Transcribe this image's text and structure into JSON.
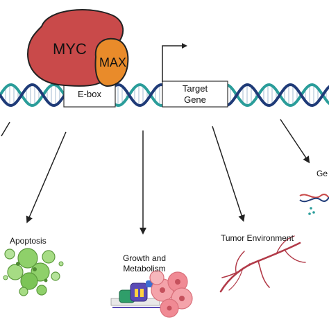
{
  "proteins": {
    "myc": "MYC",
    "max": "MAX"
  },
  "dna": {
    "ebox": "E-box",
    "target_line1": "Target",
    "target_line2": "Gene"
  },
  "outcomes": {
    "apoptosis": "Apoptosis",
    "growth_line1": "Growth and",
    "growth_line2": "Metabolism",
    "tumor": "Tumor Environment",
    "partial_right": "Ge"
  },
  "colors": {
    "myc": "#c94a4a",
    "max": "#e98b2a",
    "dna_strand_a": "#1f3b78",
    "dna_strand_b": "#2a9d9a",
    "apoptosis": "#8fd06a",
    "cells": "#f08a94",
    "vessels": "#b23a48"
  }
}
